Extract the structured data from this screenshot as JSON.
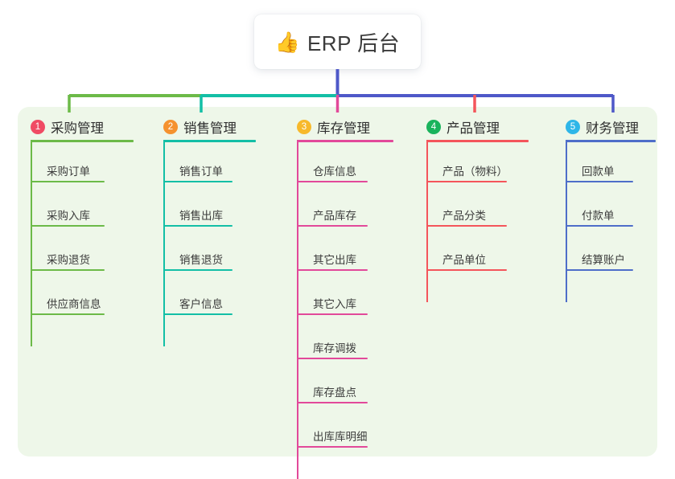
{
  "root": {
    "icon": "thumbs-up-icon",
    "emoji": "👍",
    "title": "ERP 后台"
  },
  "theme": {
    "page_background": "#ffffff",
    "panel_background": "#eef7e9",
    "card_background": "#ffffff",
    "title_color": "#3b3b3b",
    "stem_color": "#4e58c8"
  },
  "columns": [
    {
      "number": "1",
      "title": "采购管理",
      "badge_color": "#f04b64",
      "line_color": "#6cba48",
      "items": [
        {
          "label": "采购订单"
        },
        {
          "label": "采购入库"
        },
        {
          "label": "采购退货"
        },
        {
          "label": "供应商信息"
        }
      ]
    },
    {
      "number": "2",
      "title": "销售管理",
      "badge_color": "#f5922f",
      "line_color": "#13bfa6",
      "items": [
        {
          "label": "销售订单"
        },
        {
          "label": "销售出库"
        },
        {
          "label": "销售退货"
        },
        {
          "label": "客户信息"
        }
      ]
    },
    {
      "number": "3",
      "title": "库存管理",
      "badge_color": "#f7b92b",
      "line_color": "#e2499a",
      "items": [
        {
          "label": "仓库信息"
        },
        {
          "label": "产品库存"
        },
        {
          "label": "其它出库"
        },
        {
          "label": "其它入库"
        },
        {
          "label": "库存调拨"
        },
        {
          "label": "库存盘点"
        },
        {
          "label": "出库库明细"
        }
      ]
    },
    {
      "number": "4",
      "title": "产品管理",
      "badge_color": "#1ab35c",
      "line_color": "#f4555b",
      "items": [
        {
          "label": "产品（物料）"
        },
        {
          "label": "产品分类"
        },
        {
          "label": "产品单位"
        }
      ]
    },
    {
      "number": "5",
      "title": "财务管理",
      "badge_color": "#2eb6e8",
      "line_color": "#4e6ec9",
      "items": [
        {
          "label": "回款单"
        },
        {
          "label": "付款单"
        },
        {
          "label": "结算账户"
        }
      ]
    }
  ]
}
